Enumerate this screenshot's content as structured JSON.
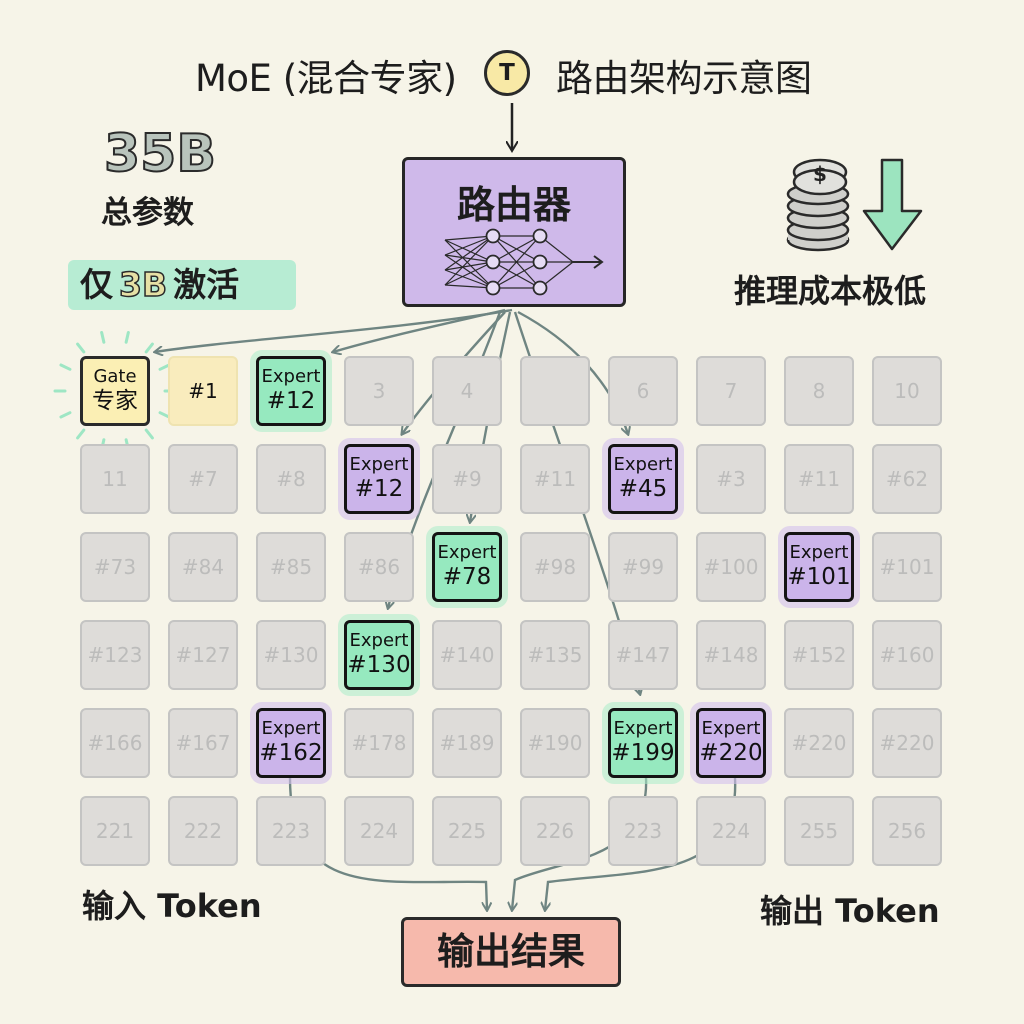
{
  "title": {
    "prefix": "MoE (混合专家)",
    "token_glyph": "T",
    "suffix": "路由架构示意图"
  },
  "router": {
    "label": "路由器",
    "icon": "neural-network-icon"
  },
  "total_params": {
    "value": "35B",
    "label": "总参数"
  },
  "activated": {
    "prefix": "仅",
    "value": "3B",
    "suffix": "激活"
  },
  "cost": {
    "label": "推理成本极低",
    "coin_icon": "coin-stack-icon",
    "coin_symbol": "$",
    "arrow_icon": "down-arrow-icon"
  },
  "colors": {
    "green": "#96e9bf",
    "purple": "#cbb4ea",
    "router": "#cfb9ea",
    "result": "#f6b9ac",
    "gate": "#fbefb4"
  },
  "grid": {
    "rows": [
      [
        "Gate|专家",
        "#1",
        "Expert|#12",
        "3",
        "4",
        "",
        "6",
        "7",
        "8",
        "10"
      ],
      [
        "11",
        "#7",
        "#8",
        "Expert|#12",
        "#9",
        "#11",
        "Expert|#45",
        "#3",
        "#11",
        "#62"
      ],
      [
        "#73",
        "#84",
        "#85",
        "#86",
        "Expert|#78",
        "#98",
        "#99",
        "#100",
        "Expert|#101",
        "#101"
      ],
      [
        "#123",
        "#127",
        "#130",
        "Expert|#130",
        "#140",
        "#135",
        "#147",
        "#148",
        "#152",
        "#160"
      ],
      [
        "#166",
        "#167",
        "Expert|#162",
        "#178",
        "#189",
        "#190",
        "Expert|#199",
        "Expert|#220",
        "#220",
        "#220"
      ],
      [
        "221",
        "222",
        "223",
        "224",
        "225",
        "226",
        "223",
        "224",
        "255",
        "256"
      ]
    ],
    "types": [
      [
        "gate",
        "first",
        "green",
        "grey",
        "grey",
        "grey",
        "grey",
        "grey",
        "grey",
        "grey"
      ],
      [
        "grey",
        "grey",
        "grey",
        "purple",
        "grey",
        "grey",
        "purple",
        "grey",
        "grey",
        "grey"
      ],
      [
        "grey",
        "grey",
        "grey",
        "grey",
        "green",
        "grey",
        "grey",
        "grey",
        "purple",
        "grey"
      ],
      [
        "grey",
        "grey",
        "grey",
        "green",
        "grey",
        "grey",
        "grey",
        "grey",
        "grey",
        "grey"
      ],
      [
        "grey",
        "grey",
        "purple",
        "grey",
        "grey",
        "grey",
        "green",
        "purple",
        "grey",
        "grey"
      ],
      [
        "grey",
        "grey",
        "grey",
        "grey",
        "grey",
        "grey",
        "grey",
        "grey",
        "grey",
        "grey"
      ]
    ]
  },
  "input_label": "输入 Token",
  "output_label": "输出 Token",
  "result_label": "输出结果"
}
